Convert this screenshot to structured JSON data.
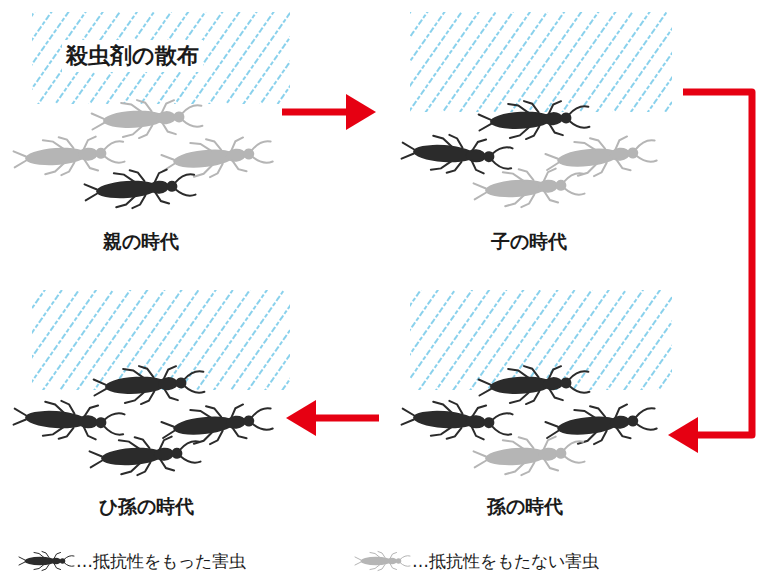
{
  "diagram": {
    "title": "殺虫剤の散布",
    "nodes": [
      {
        "text": [
          "親の時代"
        ]
      },
      {
        "text": [
          "子の時代"
        ]
      },
      {
        "text": [
          "孫の時代"
        ]
      },
      {
        "text": [
          "ひ孫の時代"
        ]
      }
    ],
    "edges": [
      {
        "from": 0,
        "to": 1,
        "arrow": "to"
      },
      {
        "from": 1,
        "to": 2,
        "arrow": "to"
      },
      {
        "from": 2,
        "to": 3,
        "arrow": "to"
      }
    ],
    "legend": [
      {
        "text": "…抵抗性をもった害虫",
        "color": "#2b2b2b"
      },
      {
        "text": "…抵抗性をもたない害虫",
        "color": "#b5b5b5"
      }
    ]
  }
}
